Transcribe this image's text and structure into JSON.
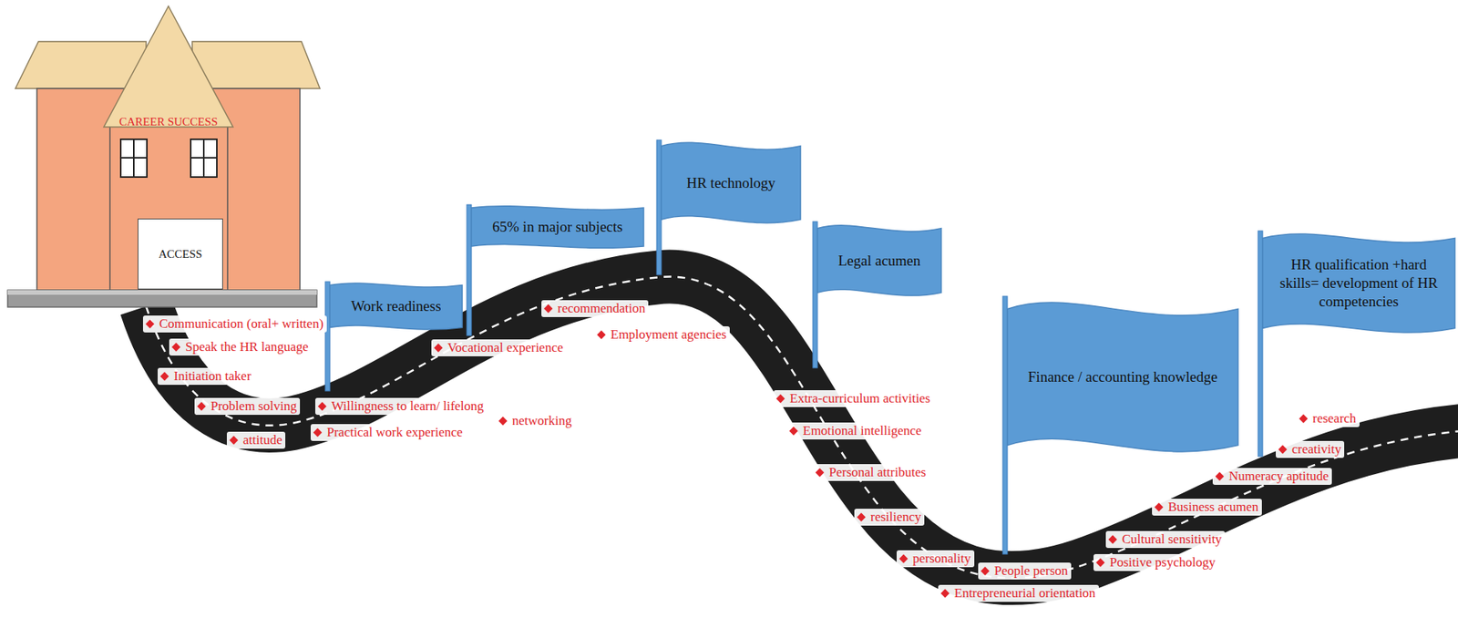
{
  "diagram": {
    "nodes": [
      {
        "text": [
          "CAREER SUCCESS"
        ]
      },
      {
        "text": [
          "ACCESS"
        ],
        "in": 0
      },
      {
        "text": [
          "Work readiness"
        ]
      },
      {
        "text": [
          "65% in major subjects"
        ]
      },
      {
        "text": [
          "HR technology"
        ]
      },
      {
        "text": [
          "Legal acumen"
        ]
      },
      {
        "text": [
          "Finance / accounting knowledge"
        ]
      },
      {
        "text": [
          "HR qualification +hard skills= development of HR competencies"
        ]
      }
    ],
    "labels": [
      "Communication (oral+ written)",
      "Speak the HR language",
      "Initiation taker",
      "Problem solving",
      "attitude",
      "Willingness to learn/ lifelong",
      "Practical work experience",
      "networking",
      "Vocational experience",
      "recommendation",
      "Employment agencies",
      "Extra-curriculum activities",
      "Emotional intelligence",
      "Personal attributes",
      "resiliency",
      "personality",
      "People person",
      "Entrepreneurial orientation",
      "Positive psychology",
      "Cultural sensitivity",
      "Business acumen",
      "Numeracy aptitude",
      "creativity",
      "research"
    ]
  }
}
